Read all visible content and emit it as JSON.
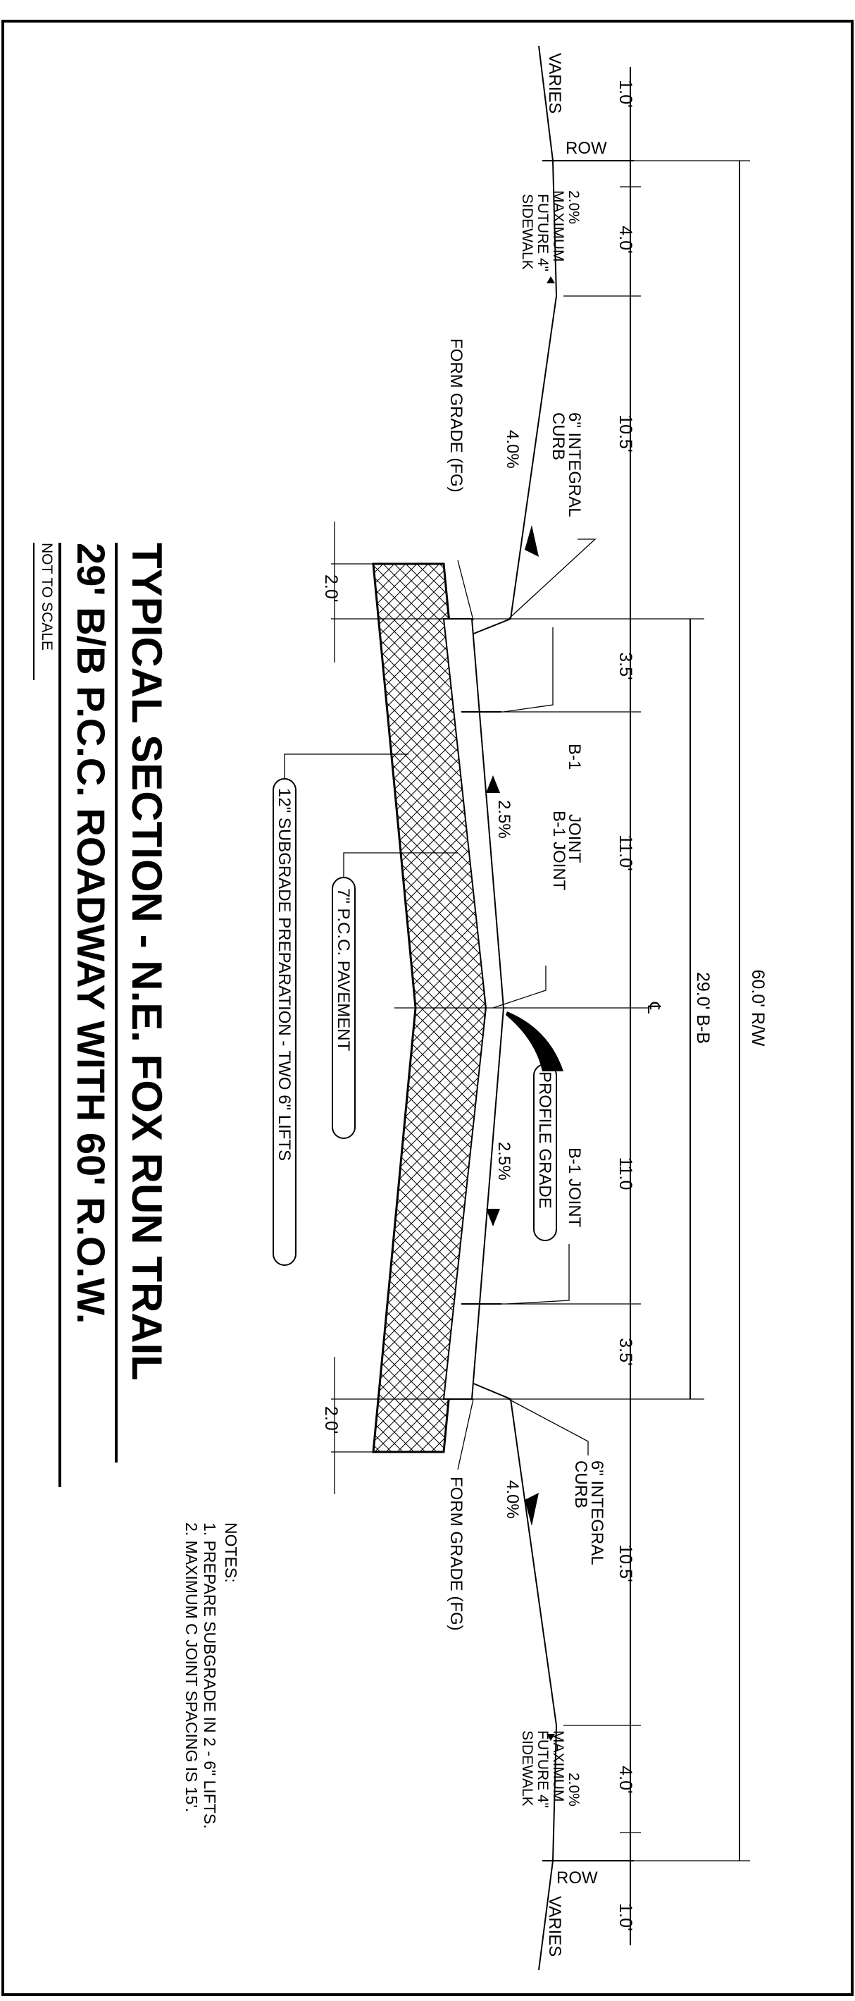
{
  "dimensions": {
    "offset_top": "1.0'",
    "offset_bottom": "1.0'",
    "sidewalk_top": "4.0'",
    "sidewalk_bottom": "4.0'",
    "parkway_top": "10.5'",
    "parkway_bottom": "10.5'",
    "gutter_top": "3.5'",
    "gutter_bottom": "3.5'",
    "lane_top": "11.0'",
    "lane_bottom": "11.0",
    "bb_width": "29.0' B-B",
    "row_width": "60.0' R/W",
    "depth_top": "2.0'",
    "depth_bottom": "2.0'",
    "centerline": "℄"
  },
  "labels": {
    "varies_top": "VARIES",
    "varies_bottom": "VARIES",
    "row_top": "ROW",
    "row_bottom": "ROW",
    "slope_sidewalk_top": "2.0%",
    "maximum_top": "MAXIMUM",
    "slope_sidewalk_bottom": "2.0%",
    "maximum_bottom": "MAXIMUM",
    "future_sidewalk_top_1": "FUTURE 4\"",
    "future_sidewalk_top_2": "SIDEWALK",
    "future_sidewalk_bottom_1": "FUTURE 4\"",
    "future_sidewalk_bottom_2": "SIDEWALK",
    "form_grade_top": "FORM GRADE (FG)",
    "form_grade_bottom": "FORM GRADE (FG)",
    "curb_top_1": "6\" INTEGRAL",
    "curb_top_2": "CURB",
    "curb_bottom_1": "6\" INTEGRAL",
    "curb_bottom_2": "CURB",
    "slope_parkway_top": "4.0%",
    "slope_parkway_bottom": "4.0%",
    "b1_joint_a": "B-1",
    "b1_joint_a2": "JOINT",
    "b1_joint_b": "B-1 JOINT",
    "b1_joint_c": "B-1 JOINT",
    "cross_slope_top": "2.5%",
    "cross_slope_bottom": "2.5%",
    "profile_grade": "PROFILE GRADE",
    "pcc_pavement": "7\" P.C.C. PAVEMENT",
    "subgrade": "12\" SUBGRADE PREPARATION - TWO 6\" LIFTS"
  },
  "notes": {
    "heading": "NOTES:",
    "items": [
      "1.   PREPARE SUBGRADE IN 2 - 6\" LIFTS.",
      "2.   MAXIMUM C JOINT SPACING IS 15'."
    ]
  },
  "title": {
    "line1": "TYPICAL SECTION - N.E. FOX RUN TRAIL",
    "line2": "29' B/B P.C.C. ROADWAY WITH 60' R.O.W.",
    "scale": "NOT TO SCALE"
  },
  "colors": {
    "ink": "#000000",
    "paper": "#ffffff"
  }
}
